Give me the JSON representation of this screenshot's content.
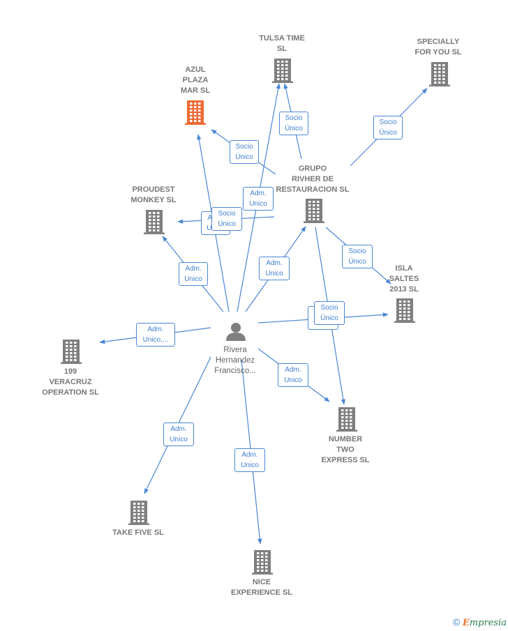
{
  "colors": {
    "company": "#7f7f7f",
    "highlight": "#f06a35",
    "edge": "#4a86d4",
    "person": "#7f7f7f"
  },
  "nodes": [
    {
      "id": "tulsa",
      "label": "TULSA TIME\nSL",
      "kind": "company"
    },
    {
      "id": "specially",
      "label": "SPECIALLY\nFOR YOU SL",
      "kind": "company"
    },
    {
      "id": "azul",
      "label": "AZUL\nPLAZA\nMAR  SL",
      "kind": "highlight"
    },
    {
      "id": "grupo",
      "label": "GRUPO\nRIVHER DE\nRESTAURACION SL",
      "kind": "company"
    },
    {
      "id": "proudest",
      "label": "PROUDEST\nMONKEY  SL",
      "kind": "company"
    },
    {
      "id": "isla",
      "label": "ISLA\nSALTES\n2013  SL",
      "kind": "company"
    },
    {
      "id": "veracruz",
      "label": "199\nVERACRUZ\nOPERATION SL",
      "kind": "company"
    },
    {
      "id": "person",
      "label": "Rivera\nHernandez\nFrancisco...",
      "kind": "person"
    },
    {
      "id": "numbertwo",
      "label": "NUMBER\nTWO\nEXPRESS  SL",
      "kind": "company"
    },
    {
      "id": "takefive",
      "label": "TAKE FIVE  SL",
      "kind": "company"
    },
    {
      "id": "nice",
      "label": "NICE\nEXPERIENCE SL",
      "kind": "company"
    }
  ],
  "edges": [
    {
      "from": "grupo",
      "to": "tulsa",
      "label": "Socio\nÚnico"
    },
    {
      "from": "grupo",
      "to": "specially",
      "label": "Socio\nÚnico"
    },
    {
      "from": "grupo",
      "to": "azul",
      "label": "Socio\nÚnico"
    },
    {
      "from": "person",
      "to": "tulsa",
      "label": "Adm.\nUnico"
    },
    {
      "from": "person",
      "to": "azul",
      "label": "Adm.\nUnico"
    },
    {
      "from": "grupo",
      "to": "proudest",
      "label": "Socio\nÚnico"
    },
    {
      "from": "person",
      "to": "proudest",
      "label": "Adm.\nUnico"
    },
    {
      "from": "person",
      "to": "grupo",
      "label": "Adm.\nUnico"
    },
    {
      "from": "grupo",
      "to": "isla",
      "label": "Socio\nÚnico"
    },
    {
      "from": "person",
      "to": "isla",
      "label": "Adm.\nUnico"
    },
    {
      "from": "grupo",
      "to": "numbertwo",
      "label": "Socio\nÚnico"
    },
    {
      "from": "person",
      "to": "veracruz",
      "label": "Adm.\nUnico,..."
    },
    {
      "from": "person",
      "to": "numbertwo",
      "label": "Adm.\nUnico"
    },
    {
      "from": "person",
      "to": "takefive",
      "label": "Adm.\nUnico"
    },
    {
      "from": "person",
      "to": "nice",
      "label": "Adm.\nUnico"
    }
  ],
  "footer": {
    "copyright": "©",
    "brand_initial": "E",
    "brand_rest": "mpresia"
  }
}
